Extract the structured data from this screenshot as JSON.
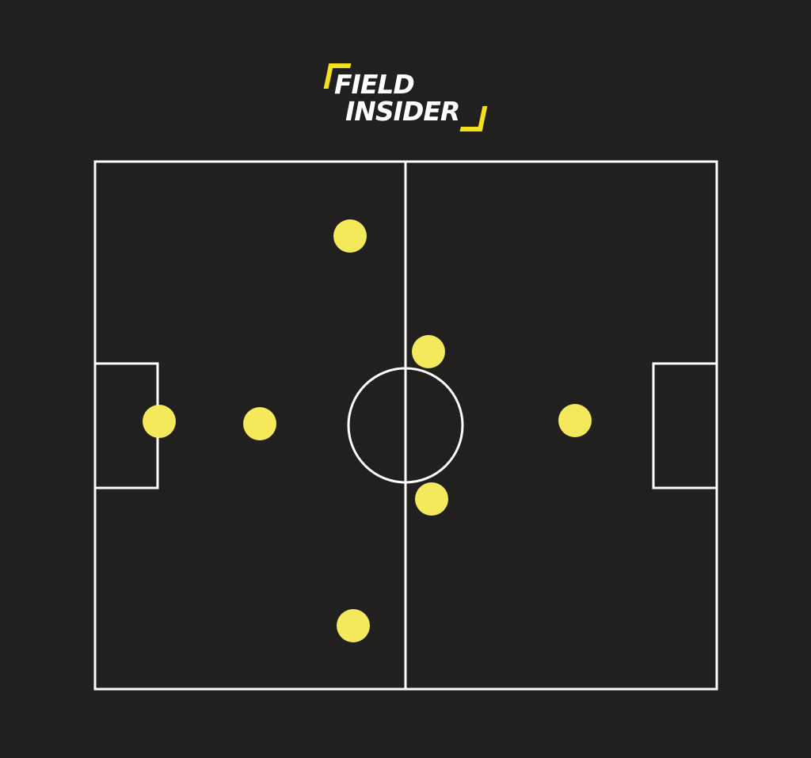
{
  "logo": {
    "line1": "FIELD",
    "line2": "INSIDER",
    "brand_color": "#f4e11e"
  },
  "colors": {
    "background": "#221f1f",
    "lines": "#ffffff",
    "player": "#f4e95a"
  },
  "pitch": {
    "markings": [
      "outer-boundary",
      "halfway-line",
      "center-circle",
      "left-goal-box",
      "right-goal-box"
    ]
  },
  "players": [
    {
      "id": "goalkeeper"
    },
    {
      "id": "sweeper"
    },
    {
      "id": "top-wide-player"
    },
    {
      "id": "bottom-wide-player"
    },
    {
      "id": "upper-central-player"
    },
    {
      "id": "lower-central-player"
    },
    {
      "id": "striker"
    }
  ]
}
